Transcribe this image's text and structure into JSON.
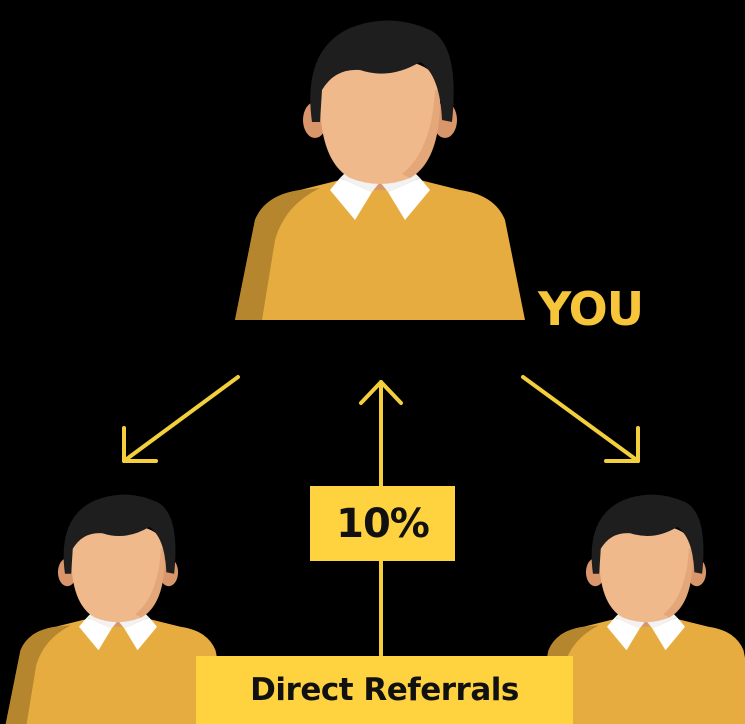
{
  "you_label": "YOU",
  "commission_label": "10%",
  "banner_label": "Direct Referrals",
  "colors": {
    "background": "#000000",
    "accent_yellow": "#ffd23f",
    "you_text": "#f7c53a",
    "arrow": "#f4cf3c",
    "shirt": "#e6ac40",
    "shirt_shadow": "#b5862d",
    "skin": "#efb98b",
    "skin_shadow": "#d9966a",
    "hair": "#1e1e1e",
    "collar": "#ffffff"
  },
  "nodes": [
    {
      "id": "you",
      "icon": "person-icon"
    },
    {
      "id": "referral-left",
      "icon": "person-icon"
    },
    {
      "id": "referral-right",
      "icon": "person-icon"
    }
  ],
  "arrows": [
    {
      "from": "you",
      "to": "referral-left",
      "icon": "arrow-icon"
    },
    {
      "from": "you",
      "to": "referral-right",
      "icon": "arrow-icon"
    },
    {
      "from": "referrals",
      "to": "you",
      "icon": "arrow-icon"
    }
  ]
}
